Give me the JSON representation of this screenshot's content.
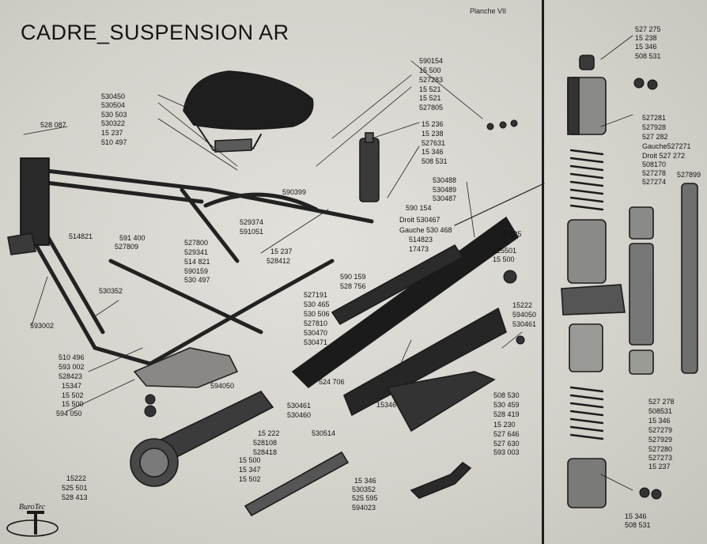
{
  "title": "CADRE_SUSPENSION AR",
  "plate": "Planche VII",
  "brand": "BuroTec",
  "labels": [
    "528 087",
    "530450",
    "530504",
    "530 503",
    "530322",
    "15 237",
    "510 497",
    "590154",
    "15 500",
    "527283",
    "15 521",
    "15 521",
    "527805",
    "15 236",
    "15 238",
    "527631",
    "15 346",
    "508 531",
    "590399",
    "529374",
    "591051",
    "514821",
    "591 400",
    "527809",
    "527800",
    "529341",
    "514 821",
    "590159",
    "530 497",
    "530352",
    "593002",
    "15 237",
    "528412",
    "Droit 530467",
    "Gauche 530 468",
    "514823",
    "17473",
    "590 159",
    "528 756",
    "530488",
    "530489",
    "530487",
    "590 154",
    "15 235",
    "525501",
    "15 500",
    "527191",
    "530 465",
    "530 506",
    "527810",
    "530470",
    "530471",
    "15222",
    "594050",
    "530461",
    "510 496",
    "593 002",
    "528423",
    "15347",
    "15 502",
    "15 500",
    "594 050",
    "594050",
    "530461",
    "530460",
    "524 706",
    "15 222",
    "528108",
    "528418",
    "530514",
    "15346",
    "15 500",
    "15 347",
    "15 502",
    "15222",
    "525 501",
    "528 413",
    "508 530",
    "530 459",
    "528 419",
    "15 230",
    "527 646",
    "527 630",
    "593 003",
    "15 346",
    "530352",
    "525 595",
    "594023",
    "527 275",
    "15 238",
    "15 346",
    "508 531",
    "527281",
    "527928",
    "527 282",
    "Gauche527271",
    "Droit 527 272",
    "508170",
    "527278",
    "527274",
    "527899",
    "527 278",
    "508531",
    "15 346",
    "527279",
    "527929",
    "527280",
    "527273",
    "15 237",
    "15 346",
    "508 531"
  ]
}
